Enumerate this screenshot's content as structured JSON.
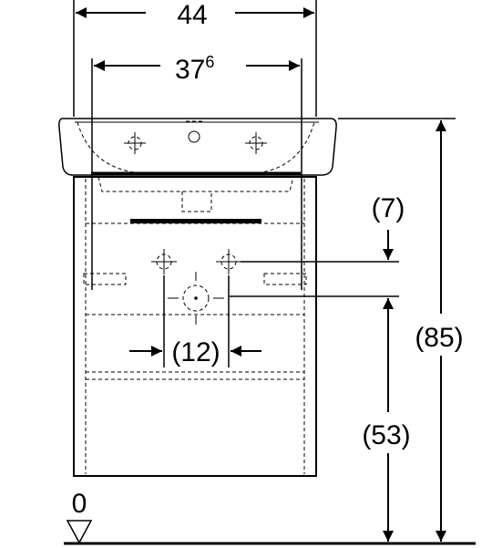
{
  "dimensions": {
    "overall_width": "44",
    "inner_width_main": "37",
    "inner_width_sup": "6",
    "drain_offset": "(7)",
    "tap_spacing": "(12)",
    "total_height": "(85)",
    "drain_height": "(53)",
    "floor_level": "0"
  }
}
